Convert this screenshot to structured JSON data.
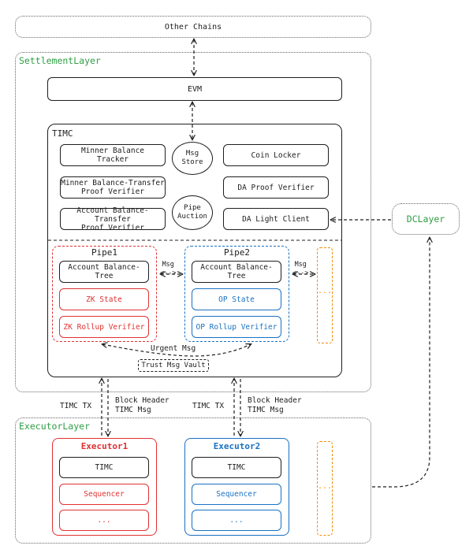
{
  "other_chains": "Other Chains",
  "settlement_layer": "SettlementLayer",
  "evm": "EVM",
  "timc_title": "TIMC",
  "timc_left": [
    "Minner Balance\nTracker",
    "Minner Balance-Transfer\nProof Verifier",
    "Account Balance-Transfer\nProof Verifier"
  ],
  "timc_circles": [
    "Msg\nStore",
    "Pipe\nAuction"
  ],
  "timc_right": [
    "Coin Locker",
    "DA Proof Verifier",
    "DA Light Client"
  ],
  "pipe1": {
    "title": "Pipe1",
    "items": [
      "Account Balance-Tree",
      "ZK State",
      "ZK Rollup Verifier"
    ]
  },
  "pipe2": {
    "title": "Pipe2",
    "items": [
      "Account Balance-Tree",
      "OP State",
      "OP Rollup Verifier"
    ]
  },
  "msg_arrow_1": "Msg\n<-->",
  "msg_arrow_2": "Msg\n<-->",
  "ellipsis": "...",
  "urgent_msg": "Urgent Msg",
  "trust_msg_vault": "Trust Msg Vault",
  "dc_layer": "DCLayer",
  "edge_labels": {
    "timc_tx_1": "TIMC TX",
    "block_header_1": "Block Header\nTIMC Msg",
    "timc_tx_2": "TIMC TX",
    "block_header_2": "Block Header\nTIMC Msg"
  },
  "executor_layer": "ExecutorLayer",
  "executor1": {
    "title": "Executor1",
    "items": [
      "TIMC",
      "Sequencer",
      "..."
    ]
  },
  "executor2": {
    "title": "Executor2",
    "items": [
      "TIMC",
      "Sequencer",
      "..."
    ]
  },
  "colors": {
    "green": "#2f9e44",
    "red": "#e03131",
    "blue": "#1971c2",
    "orange": "#f08c00"
  }
}
